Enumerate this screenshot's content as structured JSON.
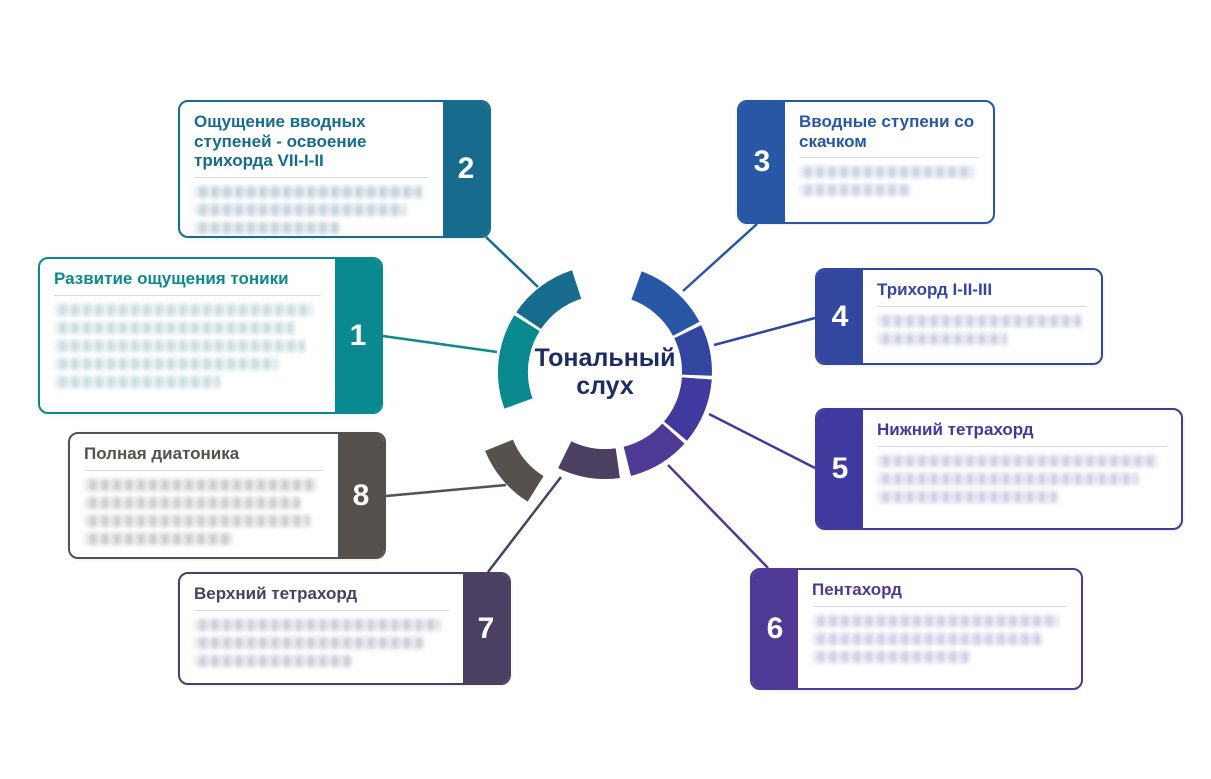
{
  "diagram": {
    "center": {
      "line1": "Тональный",
      "line2": "слух",
      "text_color": "#1f2c63"
    },
    "nodes": [
      {
        "number": "1",
        "title": "Развитие ощущения тоники",
        "color": "#0a8a8e",
        "redacted_lines": 5,
        "redacted_tint": "#cfe3e6"
      },
      {
        "number": "2",
        "title": "Ощущение вводных ступеней - освоение трихорда VII-I-II",
        "color": "#176b8d",
        "redacted_lines": 3,
        "redacted_tint": "#ccd8e2"
      },
      {
        "number": "3",
        "title": "Вводные ступени со скачком",
        "color": "#2857a6",
        "redacted_lines": 2,
        "redacted_tint": "#d2d8ea"
      },
      {
        "number": "4",
        "title": "Трихорд I-II-III",
        "color": "#3447a0",
        "redacted_lines": 2,
        "redacted_tint": "#d3d6ea"
      },
      {
        "number": "5",
        "title": "Нижний тетрахорд",
        "color": "#413a9e",
        "redacted_lines": 3,
        "redacted_tint": "#d5d5ec"
      },
      {
        "number": "6",
        "title": "Пентахорд",
        "color": "#4e3a94",
        "redacted_lines": 3,
        "redacted_tint": "#d7d4ec"
      },
      {
        "number": "7",
        "title": "Верхний тетрахорд",
        "color": "#4c4062",
        "redacted_lines": 3,
        "redacted_tint": "#d5d2dd"
      },
      {
        "number": "8",
        "title": "Полная диатоника",
        "color": "#56514c",
        "redacted_lines": 4,
        "redacted_tint": "#d4d2d1"
      }
    ]
  }
}
